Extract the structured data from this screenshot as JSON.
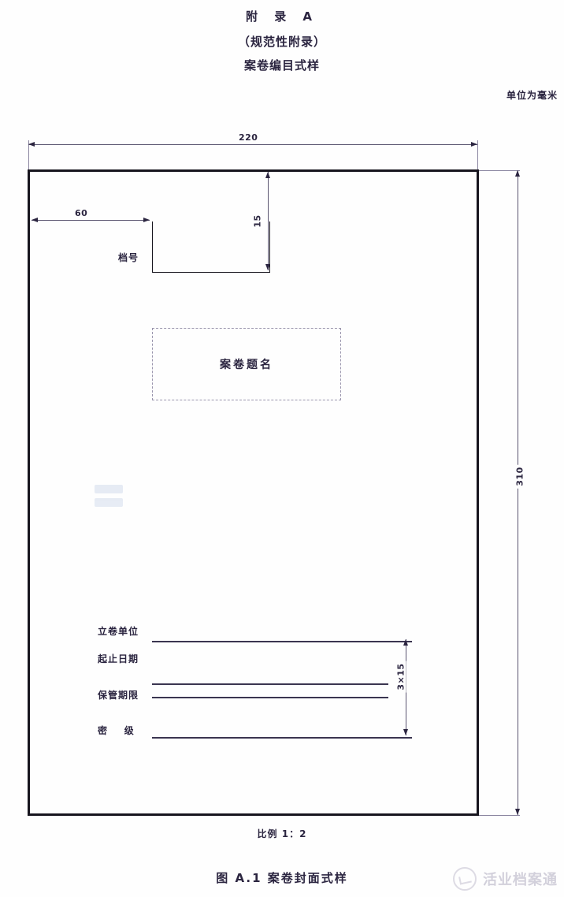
{
  "header": {
    "appendix_title": "附  录  A",
    "normative": "（规范性附录）",
    "subtitle": "案卷编目式样",
    "unit_note": "单位为毫米"
  },
  "drawing": {
    "dimensions": {
      "width_total": "220",
      "height_total": "310",
      "notch_offset": "60",
      "notch_height": "15",
      "field_rows": "3×15"
    },
    "archive_number_label": "档号",
    "title_box_label": "案卷题名",
    "fields": [
      {
        "label": "立卷单位"
      },
      {
        "label": "起止日期"
      },
      {
        "label": "保管期限"
      },
      {
        "label": "密    级"
      }
    ]
  },
  "captions": {
    "scale": "比例 1：2",
    "figure": "图 A.1  案卷封面式样"
  },
  "watermark": {
    "text": "活业档案通"
  },
  "colors": {
    "frame": "#17151e",
    "ink": "#2b2540",
    "thin_line": "#5a5570",
    "dashed": "#9a95ad",
    "watermark_blue": "#cfdaec"
  }
}
